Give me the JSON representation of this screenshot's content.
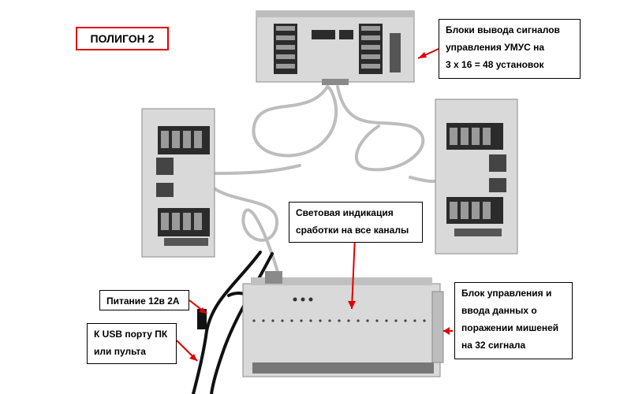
{
  "title": "ПОЛИГОН 2",
  "callouts": {
    "output_blocks": [
      "Блоки вывода сигналов",
      "управления УМУС на",
      "3 х 16 = 48 установок"
    ],
    "light_indication": [
      "Световая индикация",
      "сработки на все каналы"
    ],
    "power": [
      "Питание 12в 2А"
    ],
    "usb": [
      "К USB порту ПК",
      "или пульта"
    ],
    "control_block": [
      "Блок управления и",
      "ввода данных о",
      "поражении мишеней",
      "на 32 сигнала"
    ]
  },
  "colors": {
    "arrow": "#e00000",
    "title_border": "#e00000",
    "housing": "#d9d9d9",
    "housing_dark": "#8a8a8a",
    "cable": "#bdbdbd",
    "black_cable": "#111111"
  }
}
